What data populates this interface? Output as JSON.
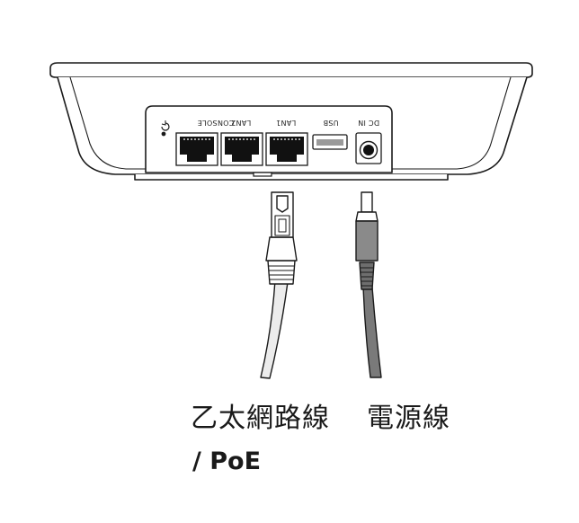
{
  "device": {
    "ports": {
      "console": "CONSOLE",
      "lan2": "LAN2",
      "lan1": "LAN1",
      "usb": "USB",
      "dc_in": "DC IN"
    }
  },
  "labels": {
    "ethernet_cable": "乙太網路線",
    "power_cable": "電源線",
    "poe": "/ PoE"
  },
  "colors": {
    "outline": "#1a1a1a",
    "ethernet_cable_fill": "#ececec",
    "power_cable_fill": "#7a7a7a",
    "port_fill": "#111111"
  }
}
